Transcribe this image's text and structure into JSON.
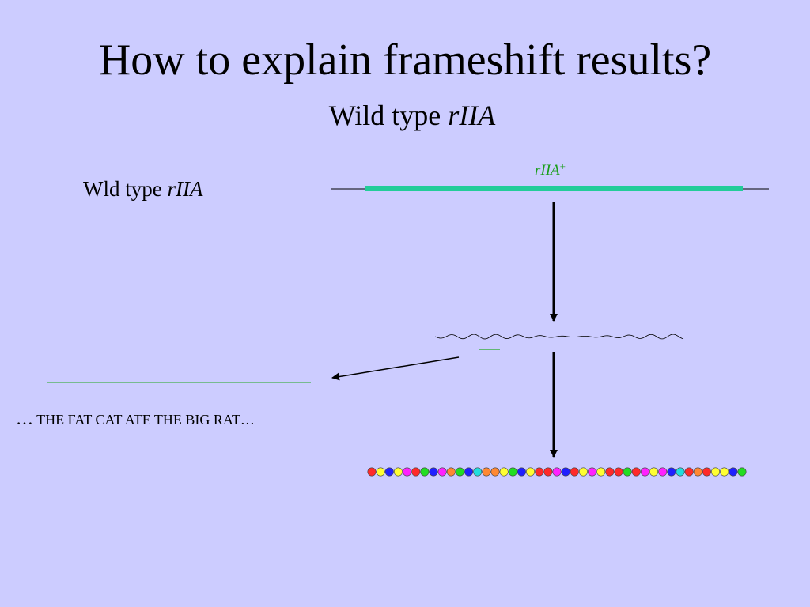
{
  "slide": {
    "title": "How to explain frameshift results?",
    "subtitle_text": "Wild type ",
    "subtitle_italic": "rIIA"
  },
  "diagram": {
    "gene_label_text": "Wld type ",
    "gene_label_italic": "rIIA",
    "gene_segment_label": "rIIA",
    "gene_segment_superscript": "+",
    "sentence_lead": "…",
    "sentence_text": " THE FAT CAT ATE THE BIG RAT…",
    "colors": {
      "background": "#ccccff",
      "gene_segment": "#22cc99",
      "dna_line": "#000000",
      "label_green": "#1a9e1a",
      "codon_underline": "#22aa22"
    },
    "protein_bead_colors": [
      "#ff2a2a",
      "#ffff33",
      "#2020ff",
      "#ffff33",
      "#ff22ff",
      "#ff2a2a",
      "#22dd22",
      "#2020ff",
      "#ff22ff",
      "#ff8833",
      "#22dd22",
      "#2020ff",
      "#22dddd",
      "#ff8833",
      "#ff8833",
      "#ffff33",
      "#22dd22",
      "#2020ff",
      "#ffff33",
      "#ff2a2a",
      "#ff2a2a",
      "#ff22ff",
      "#2020ff",
      "#ff2a2a",
      "#ffff33",
      "#ff22ff",
      "#ffff33",
      "#ff2a2a",
      "#ff2a2a",
      "#22dd22",
      "#ff2a2a",
      "#ff22ff",
      "#ffff33",
      "#ff22ff",
      "#2020ff",
      "#22dddd",
      "#ff2a2a",
      "#ff8833",
      "#ff2a2a",
      "#ffff33",
      "#ffff33",
      "#2020ff",
      "#22dd22"
    ]
  }
}
